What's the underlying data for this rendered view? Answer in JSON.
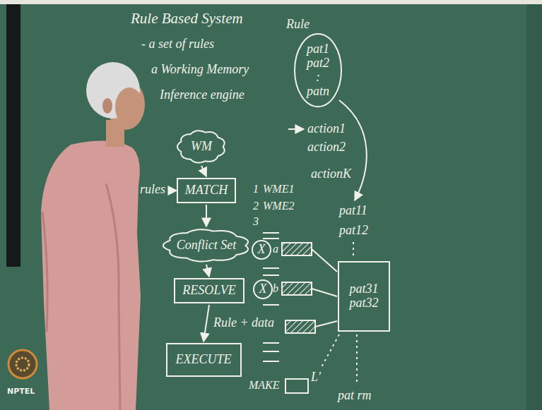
{
  "diagram": {
    "nodes": [
      {
        "text": [
          "pat1",
          "pat2",
          ":",
          "patn"
        ]
      },
      {
        "text": [
          "WM"
        ]
      },
      {
        "text": [
          "MATCH"
        ]
      },
      {
        "text": [
          "Conflict Set"
        ]
      },
      {
        "text": [
          "RESOLVE"
        ]
      },
      {
        "text": [
          "EXECUTE"
        ]
      },
      {
        "text": [
          "X"
        ]
      },
      {
        "text": [
          "X"
        ]
      },
      {
        "text": [
          "pat31",
          "pat32"
        ]
      }
    ],
    "edges": [
      {
        "from": 1,
        "to": 2,
        "arrow": "to"
      },
      {
        "from": 2,
        "to": 3,
        "arrow": "to"
      },
      {
        "from": 3,
        "to": 4,
        "arrow": "to"
      },
      {
        "from": 4,
        "to": 5,
        "arrow": "to",
        "label": "Rule + data"
      }
    ],
    "labels": [
      "Rule Based System",
      "- a set of rules",
      "a Working Memory",
      "Inference engine",
      "Rule",
      "action1",
      "action2",
      "actionK",
      "rules",
      "1",
      "WME1",
      "2",
      "WME2",
      "3",
      "a",
      "b",
      "pat11",
      "pat12",
      "MAKE",
      "L'",
      "pat rm",
      "NPTEL"
    ]
  }
}
